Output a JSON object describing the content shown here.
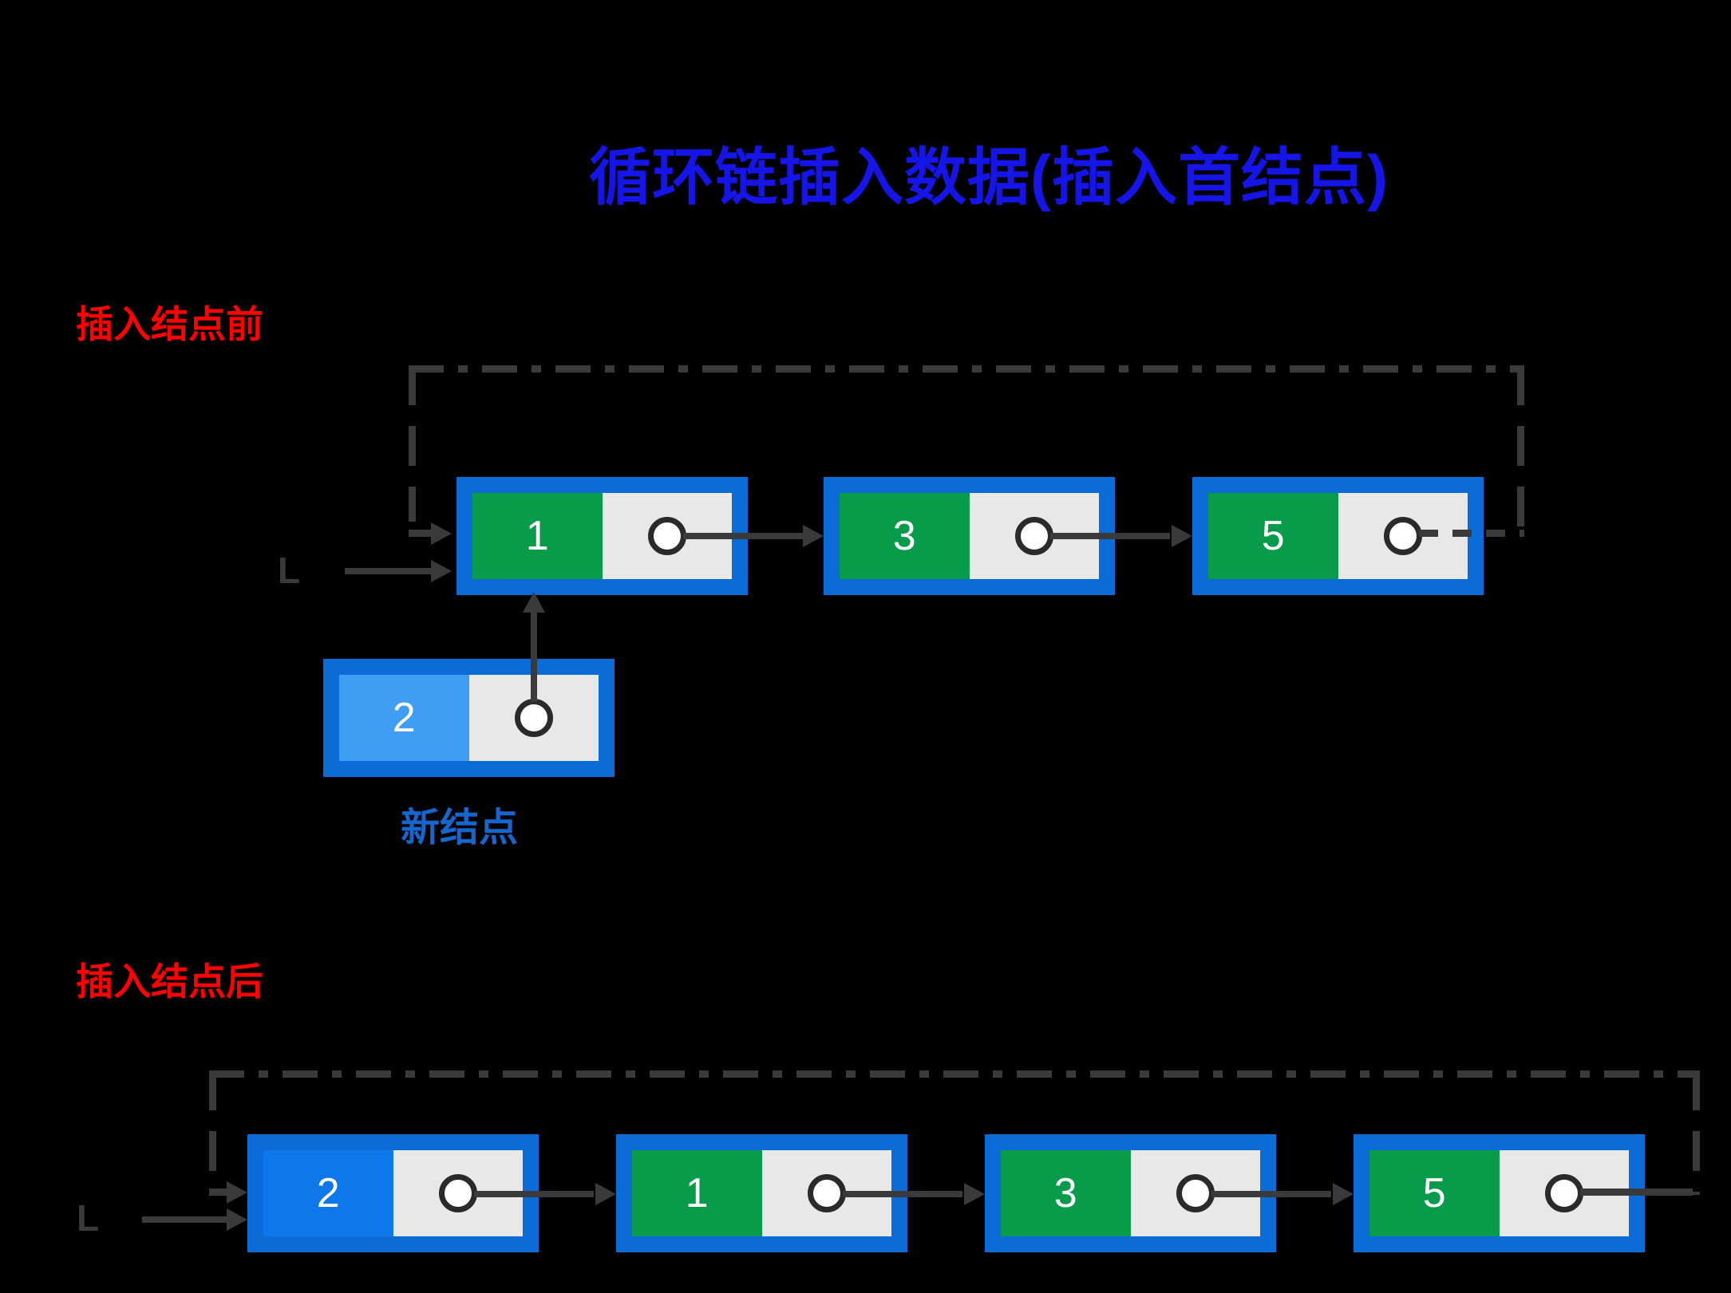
{
  "title": "循环链插入数据(插入首结点)",
  "colors": {
    "bg": "#000000",
    "line": "#3a3a3a",
    "title-blue": "#1515e8",
    "label-red": "#fe0100",
    "node-border": "#0b6bd7",
    "data-green": "#089b4a",
    "data-light-blue": "#3f9df3",
    "data-bright-blue": "#0e78ea",
    "ptr-gray": "#e8e8e8",
    "circle-border": "#2a2a2a",
    "new-node-label": "#1567cd",
    "value-text": "#ffffff"
  },
  "sections": {
    "before": {
      "label": "插入结点前",
      "pointer_label": "L",
      "nodes": [
        {
          "value": "1",
          "type": "green"
        },
        {
          "value": "3",
          "type": "green"
        },
        {
          "value": "5",
          "type": "green"
        }
      ],
      "new_node": {
        "value": "2",
        "type": "light-blue",
        "label": "新结点"
      }
    },
    "after": {
      "label": "插入结点后",
      "pointer_label": "L",
      "nodes": [
        {
          "value": "2",
          "type": "bright-blue"
        },
        {
          "value": "1",
          "type": "green"
        },
        {
          "value": "3",
          "type": "green"
        },
        {
          "value": "5",
          "type": "green"
        }
      ]
    }
  }
}
